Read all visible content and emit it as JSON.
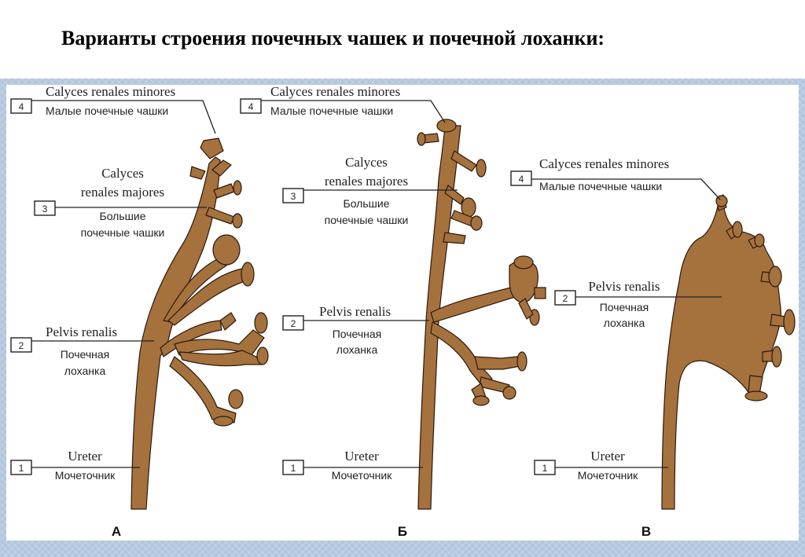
{
  "title": "Варианты строения почечных чашек и почечной лоханки:",
  "colors": {
    "background": "#b3c6df",
    "structure_fill": "#a5713d",
    "structure_outline": "#2b1a0e",
    "label_text": "#222222"
  },
  "panels": [
    {
      "letter": "А",
      "labels": [
        {
          "number": "4",
          "latin": "Calyces renales minores",
          "russian": "Малые почечные чашки"
        },
        {
          "number": "3",
          "latin": [
            "Calyces",
            "renales majores"
          ],
          "russian": [
            "Большие",
            "почечные чашки"
          ]
        },
        {
          "number": "2",
          "latin": "Pelvis renalis",
          "russian": [
            "Почечная",
            "лоханка"
          ]
        },
        {
          "number": "1",
          "latin": "Ureter",
          "russian": "Мочеточник"
        }
      ]
    },
    {
      "letter": "Б",
      "labels": [
        {
          "number": "4",
          "latin": "Calyces renales minores",
          "russian": "Малые почечные чашки"
        },
        {
          "number": "3",
          "latin": [
            "Calyces",
            "renales majores"
          ],
          "russian": [
            "Большие",
            "почечные чашки"
          ]
        },
        {
          "number": "2",
          "latin": "Pelvis renalis",
          "russian": [
            "Почечная",
            "лоханка"
          ]
        },
        {
          "number": "1",
          "latin": "Ureter",
          "russian": "Мочеточник"
        }
      ]
    },
    {
      "letter": "В",
      "labels": [
        {
          "number": "4",
          "latin": "Calyces renales minores",
          "russian": "Малые почечные чашки"
        },
        {
          "number": "2",
          "latin": "Pelvis renalis",
          "russian": [
            "Почечная",
            "лоханка"
          ]
        },
        {
          "number": "1",
          "latin": "Ureter",
          "russian": "Мочеточник"
        }
      ]
    }
  ]
}
